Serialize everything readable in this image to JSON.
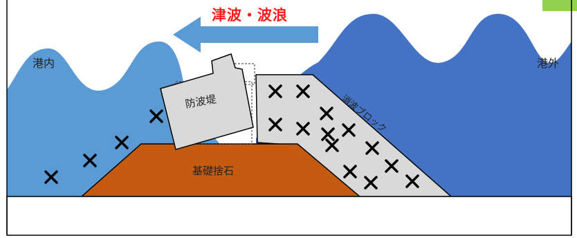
{
  "title": "津波・波浪",
  "labels": {
    "harbor_inside": "港内",
    "harbor_outside": "港外",
    "breakwater": "防波堤",
    "armor_blocks": "消波ブロック",
    "rubble_mound": "基礎捨石"
  },
  "colors": {
    "title_red": "#ff1a1a",
    "arrow_blue": "#5b9bd5",
    "water_inside": "#5b9bd5",
    "water_outside": "#4472c4",
    "rubble": "#c55a11",
    "caisson": "#d9d9d9",
    "blocks": "#d9d9d9",
    "accent_green": "#92d050",
    "seabed_border": "#000000"
  },
  "icons": {
    "direction": "left-arrow-icon",
    "failure_mark": "cross-mark-icon"
  }
}
